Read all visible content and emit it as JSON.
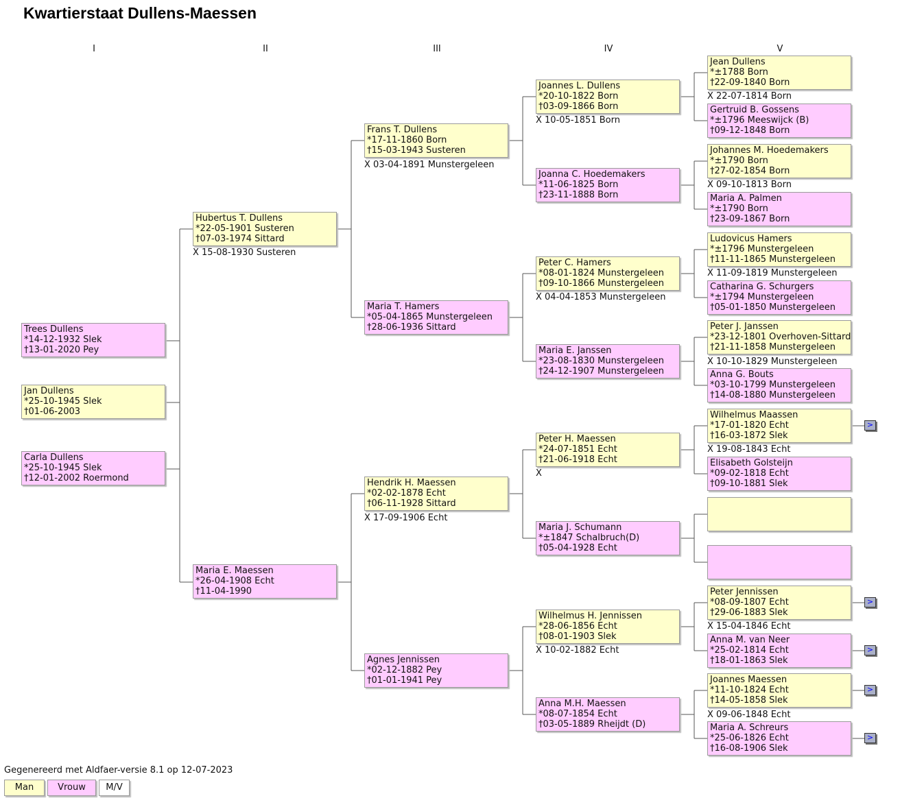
{
  "title": "Kwartierstaat Dullens-Maessen",
  "generations": [
    "I",
    "II",
    "III",
    "IV",
    "V"
  ],
  "persons": {
    "p1a": {
      "sex": "v",
      "name": "Trees Dullens",
      "birth": "*14-12-1932 Slek",
      "death": "†13-01-2020 Pey"
    },
    "p1b": {
      "sex": "m",
      "name": "Jan Dullens",
      "birth": "*25-10-1945 Slek",
      "death": "†01-06-2003"
    },
    "p1c": {
      "sex": "v",
      "name": "Carla Dullens",
      "birth": "*25-10-1945 Slek",
      "death": "†12-01-2002 Roermond"
    },
    "p2": {
      "sex": "m",
      "name": "Hubertus T. Dullens",
      "birth": "*22-05-1901 Susteren",
      "death": "†07-03-1974 Sittard"
    },
    "p3": {
      "sex": "v",
      "name": "Maria E. Maessen",
      "birth": "*26-04-1908 Echt",
      "death": "†11-04-1990"
    },
    "p4": {
      "sex": "m",
      "name": "Frans T. Dullens",
      "birth": "*17-11-1860 Born",
      "death": "†15-03-1943 Susteren"
    },
    "p5": {
      "sex": "v",
      "name": "Maria T. Hamers",
      "birth": "*05-04-1865 Munstergeleen",
      "death": "†28-06-1936 Sittard"
    },
    "p6": {
      "sex": "m",
      "name": "Hendrik H. Maessen",
      "birth": "*02-02-1878 Echt",
      "death": "†06-11-1928 Sittard"
    },
    "p7": {
      "sex": "v",
      "name": "Agnes Jennissen",
      "birth": "*02-12-1882 Pey",
      "death": "†01-01-1941 Pey"
    },
    "p8": {
      "sex": "m",
      "name": "Joannes L. Dullens",
      "birth": "*20-10-1822 Born",
      "death": "†03-09-1866 Born"
    },
    "p9": {
      "sex": "v",
      "name": "Joanna C. Hoedemakers",
      "birth": "*11-06-1825 Born",
      "death": "†23-11-1888 Born"
    },
    "p10": {
      "sex": "m",
      "name": "Peter C. Hamers",
      "birth": "*08-01-1824 Munstergeleen",
      "death": "†09-10-1866 Munstergeleen"
    },
    "p11": {
      "sex": "v",
      "name": "Maria E. Janssen",
      "birth": "*23-08-1830 Munstergeleen",
      "death": "†24-12-1907 Munstergeleen"
    },
    "p12": {
      "sex": "m",
      "name": "Peter H. Maessen",
      "birth": "*24-07-1851 Echt",
      "death": "†21-06-1918 Echt"
    },
    "p13": {
      "sex": "v",
      "name": "Maria J. Schumann",
      "birth": "*±1847 Schalbruch(D)",
      "death": "†05-04-1928 Echt"
    },
    "p14": {
      "sex": "m",
      "name": "Wilhelmus H. Jennissen",
      "birth": "*28-06-1856 Echt",
      "death": "†08-01-1903 Slek"
    },
    "p15": {
      "sex": "v",
      "name": "Anna M.H. Maessen",
      "birth": "*08-07-1854 Echt",
      "death": "†03-05-1889 Rheijdt (D)"
    },
    "p16": {
      "sex": "m",
      "name": "Jean Dullens",
      "birth": "*±1788 Born",
      "death": "†22-09-1840 Born"
    },
    "p17": {
      "sex": "v",
      "name": "Gertruid B. Gossens",
      "birth": "*±1796 Meeswijck (B)",
      "death": "†09-12-1848 Born"
    },
    "p18": {
      "sex": "m",
      "name": "Johannes M. Hoedemakers",
      "birth": "*±1790 Born",
      "death": "†27-02-1854 Born"
    },
    "p19": {
      "sex": "v",
      "name": "Maria A. Palmen",
      "birth": "*±1790 Born",
      "death": "†23-09-1867 Born"
    },
    "p20": {
      "sex": "m",
      "name": "Ludovicus Hamers",
      "birth": "*±1796 Munstergeleen",
      "death": "†11-11-1865 Munstergeleen"
    },
    "p21": {
      "sex": "v",
      "name": "Catharina G. Schurgers",
      "birth": "*±1794 Munstergeleen",
      "death": "†05-01-1850 Munstergeleen"
    },
    "p22": {
      "sex": "m",
      "name": "Peter J. Janssen",
      "birth": "*23-12-1801 Overhoven-Sittard",
      "death": "†21-11-1858 Munstergeleen"
    },
    "p23": {
      "sex": "v",
      "name": "Anna G. Bouts",
      "birth": "*03-10-1799 Munstergeleen",
      "death": "†14-08-1880 Munstergeleen"
    },
    "p24": {
      "sex": "m",
      "name": "Wilhelmus Maassen",
      "birth": "*17-01-1820 Echt",
      "death": "†16-03-1872 Slek"
    },
    "p25": {
      "sex": "v",
      "name": "Elisabeth Golsteijn",
      "birth": "*09-02-1818 Echt",
      "death": "†09-10-1881 Slek"
    },
    "p26": {
      "sex": "m",
      "name": "",
      "birth": "",
      "death": ""
    },
    "p27": {
      "sex": "v",
      "name": "",
      "birth": "",
      "death": ""
    },
    "p28": {
      "sex": "m",
      "name": "Peter Jennissen",
      "birth": "*08-09-1807 Echt",
      "death": "†29-06-1883 Slek"
    },
    "p29": {
      "sex": "v",
      "name": "Anna M. van Neer",
      "birth": "*25-02-1814 Echt",
      "death": "†18-01-1863 Slek"
    },
    "p30": {
      "sex": "m",
      "name": "Joannes Maessen",
      "birth": "*11-10-1824 Echt",
      "death": "†14-05-1858 Slek"
    },
    "p31": {
      "sex": "v",
      "name": "Maria A. Schreurs",
      "birth": "*25-06-1826 Echt",
      "death": "†16-08-1906 Slek"
    }
  },
  "marriages": {
    "m2": "X 15-08-1930 Susteren",
    "m4": "X 03-04-1891 Munstergeleen",
    "m6": "X 17-09-1906 Echt",
    "m8": "X 10-05-1851 Born",
    "m10": "X 04-04-1853 Munstergeleen",
    "m12": "X",
    "m14": "X 10-02-1882 Echt",
    "m16": "X 22-07-1814 Born",
    "m18": "X 09-10-1813 Born",
    "m20": "X 11-09-1819 Munstergeleen",
    "m22": "X 10-10-1829 Munstergeleen",
    "m24": "X 19-08-1843 Echt",
    "m28": "X 15-04-1846 Echt",
    "m30": "X 09-06-1848 Echt"
  },
  "more_label": ">",
  "footer": "Gegenereerd met Aldfaer-versie 8.1 op 12-07-2023",
  "legend": {
    "man": "Man",
    "vrouw": "Vrouw",
    "mv": "M/V"
  },
  "colors": {
    "man": "#ffffcc",
    "vrouw": "#ffccff"
  }
}
